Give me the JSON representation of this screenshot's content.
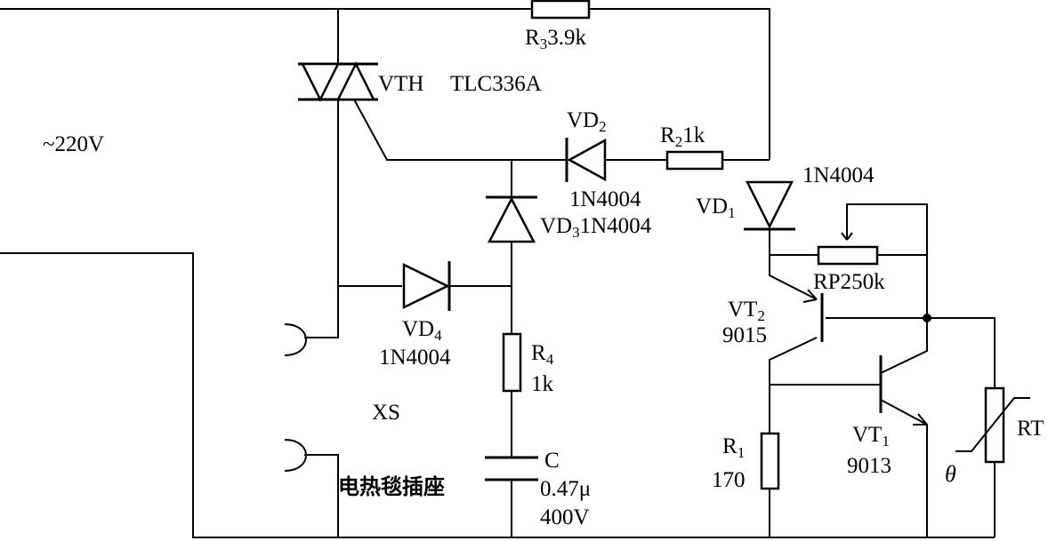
{
  "supply": {
    "voltage": "~220V"
  },
  "triac": {
    "ref": "VTH",
    "part": "TLC336A"
  },
  "r3": {
    "ref": "R",
    "sub": "3",
    "value": "3.9k"
  },
  "vd2": {
    "ref": "VD",
    "sub": "2",
    "part": "1N4004"
  },
  "r2": {
    "ref": "R",
    "sub": "2",
    "value": "1k"
  },
  "vd1": {
    "ref": "VD",
    "sub": "1",
    "part": "1N4004"
  },
  "vd3": {
    "ref": "VD",
    "sub": "3",
    "part": "1N4004"
  },
  "vd4": {
    "ref": "VD",
    "sub": "4",
    "part": "1N4004"
  },
  "r4": {
    "ref": "R",
    "sub": "4",
    "value": "1k"
  },
  "rp": {
    "label": "RP250k"
  },
  "vt2": {
    "ref": "VT",
    "sub": "2",
    "part": "9015"
  },
  "vt1": {
    "ref": "VT",
    "sub": "1",
    "part": "9013"
  },
  "r1": {
    "ref": "R",
    "sub": "1",
    "value": "170"
  },
  "rt": {
    "label": "RT",
    "symbol": "θ"
  },
  "socket": {
    "ref": "XS",
    "caption": "电热毯插座"
  },
  "cap": {
    "ref": "C",
    "value": "0.47μ",
    "voltage": "400V"
  }
}
